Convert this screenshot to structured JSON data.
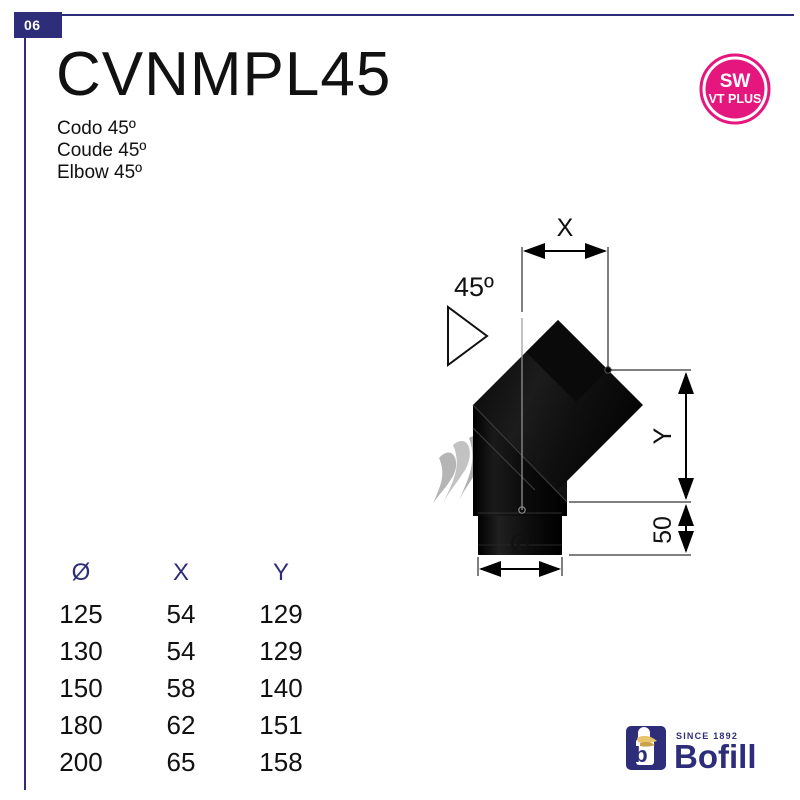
{
  "page": {
    "number": "06",
    "frame_color": "#2d2d7a",
    "background": "#ffffff"
  },
  "header": {
    "title": "CVNMPL45",
    "subtitles": [
      "Codo 45º",
      "Coude 45º",
      "Elbow 45º"
    ]
  },
  "sw_badge": {
    "line1": "SW",
    "line2": "VT PLUS",
    "color": "#e5177f",
    "text_color": "#ffffff"
  },
  "drawing": {
    "angle_label": "45º",
    "dim_x": "X",
    "dim_y": "Y",
    "dim_fixed": "50",
    "dim_diameter": "Ø",
    "product_color": "#0d0d0d",
    "dimension_line_color": "#000000",
    "flame_icon": {
      "name": "flame-icon",
      "bar_color": "#2d2d7a",
      "swirl_color": "#b0b0b0"
    }
  },
  "table": {
    "headers": [
      "Ø",
      "X",
      "Y"
    ],
    "header_color": "#2d2d7a",
    "rows": [
      [
        "125",
        "54",
        "129"
      ],
      [
        "130",
        "54",
        "129"
      ],
      [
        "150",
        "58",
        "140"
      ],
      [
        "180",
        "62",
        "151"
      ],
      [
        "200",
        "65",
        "158"
      ]
    ]
  },
  "brand": {
    "name": "Bofill",
    "since": "SINCE 1892",
    "mark_color": "#2d2d7a",
    "flame_color": "#e8c46a"
  }
}
